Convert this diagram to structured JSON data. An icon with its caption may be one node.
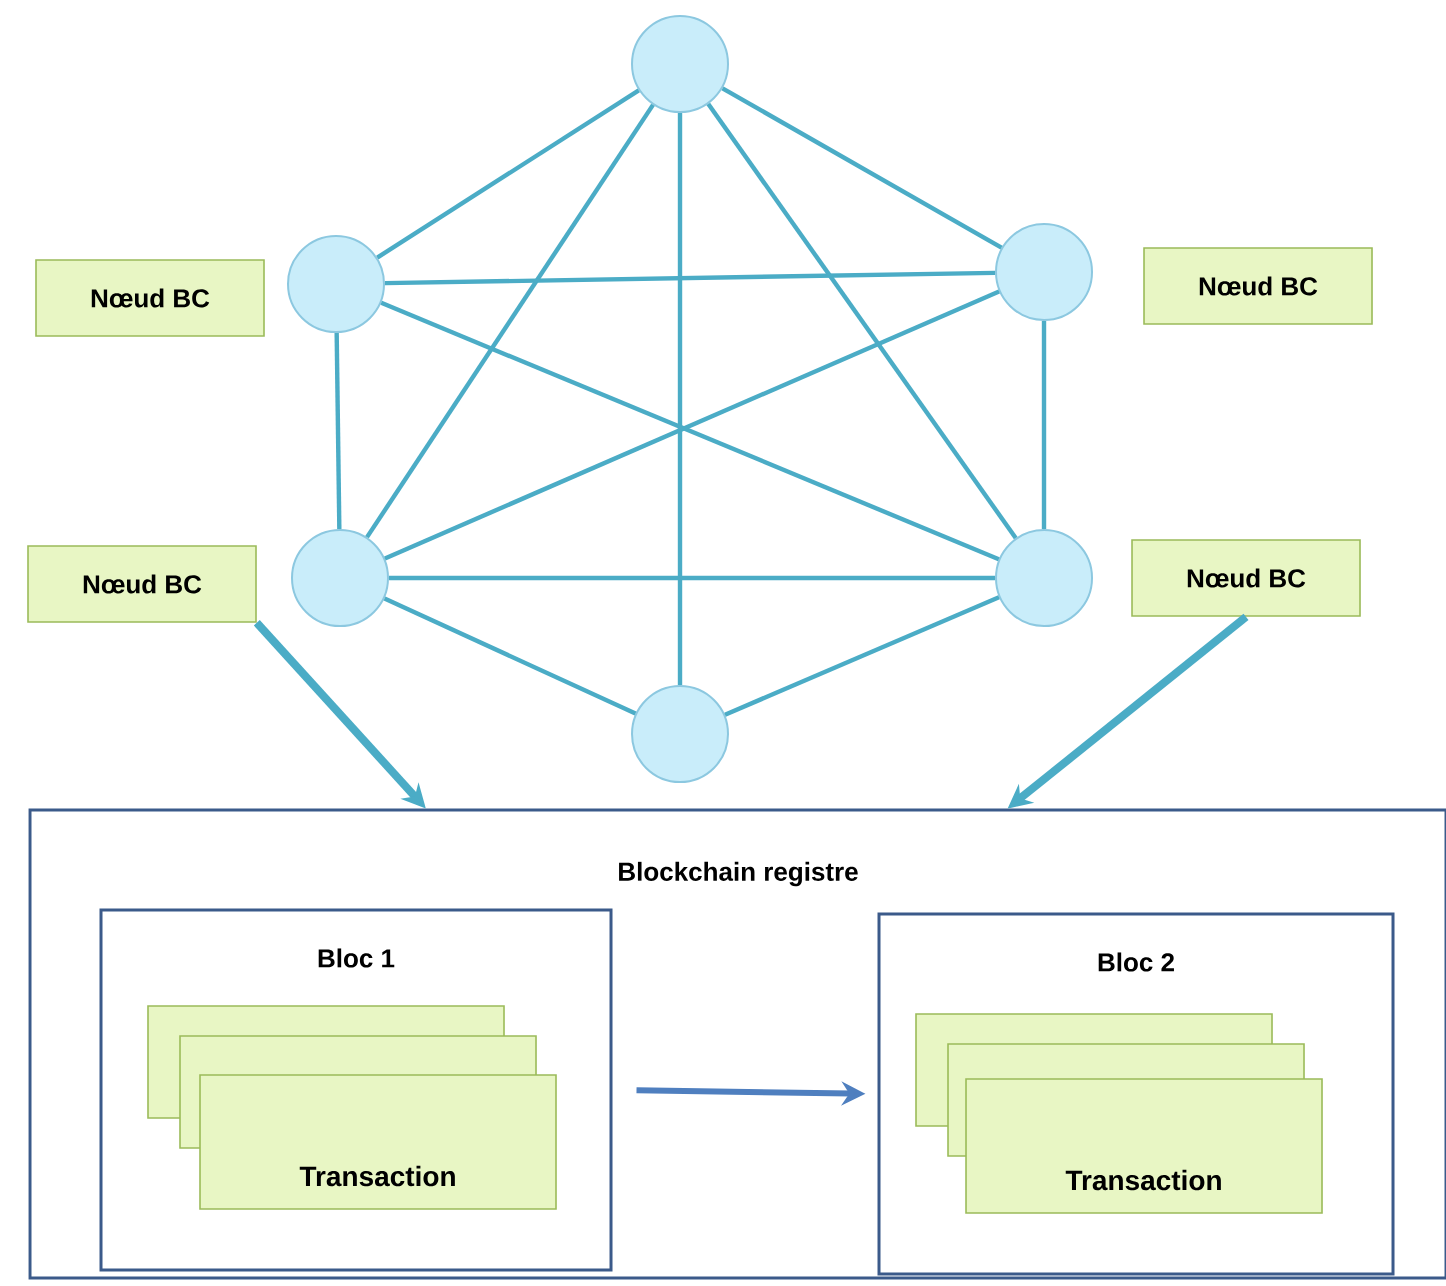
{
  "diagram": {
    "nodes": [
      {
        "text": [],
        "shape": "circle"
      },
      {
        "text": [
          "Nœud BC"
        ]
      },
      {
        "text": [],
        "shape": "circle"
      },
      {
        "text": [],
        "shape": "circle"
      },
      {
        "text": [
          "Nœud BC"
        ]
      },
      {
        "text": [
          "Nœud BC"
        ]
      },
      {
        "text": [],
        "shape": "circle"
      },
      {
        "text": [],
        "shape": "circle"
      },
      {
        "text": [
          "Nœud BC"
        ]
      },
      {
        "text": [],
        "shape": "circle"
      },
      {
        "text": [
          "Blockchain registre"
        ]
      },
      {
        "text": [
          "Bloc 1"
        ],
        "in": 10
      },
      {
        "text": [],
        "shape": "box",
        "in": 11
      },
      {
        "text": [],
        "shape": "box",
        "in": 11
      },
      {
        "text": [
          "Transaction"
        ],
        "in": 11
      },
      {
        "text": [
          "Bloc 2"
        ],
        "in": 10
      },
      {
        "text": [],
        "shape": "box",
        "in": 15
      },
      {
        "text": [],
        "shape": "box",
        "in": 15
      },
      {
        "text": [
          "Transaction"
        ],
        "in": 15
      }
    ],
    "edges": [
      {
        "from": 0,
        "to": 2,
        "arrow": "none"
      },
      {
        "from": 0,
        "to": 3,
        "arrow": "none"
      },
      {
        "from": 0,
        "to": 6,
        "arrow": "none"
      },
      {
        "from": 0,
        "to": 9,
        "arrow": "none"
      },
      {
        "from": 0,
        "to": 7,
        "arrow": "none"
      },
      {
        "from": 2,
        "to": 3,
        "arrow": "none"
      },
      {
        "from": 2,
        "to": 7,
        "arrow": "none"
      },
      {
        "from": 2,
        "to": 6,
        "arrow": "none"
      },
      {
        "from": 3,
        "to": 6,
        "arrow": "none"
      },
      {
        "from": 3,
        "to": 7,
        "arrow": "none"
      },
      {
        "from": 6,
        "to": 7,
        "arrow": "none"
      },
      {
        "from": 6,
        "to": 9,
        "arrow": "none"
      },
      {
        "from": 7,
        "to": 9,
        "arrow": "none"
      },
      {
        "from": 5,
        "to": 10,
        "arrow": "to",
        "style": "thick"
      },
      {
        "from": 8,
        "to": 10,
        "arrow": "to",
        "style": "thick"
      },
      {
        "from": 11,
        "to": 15,
        "arrow": "to",
        "color": "#4f7fbf"
      }
    ]
  }
}
